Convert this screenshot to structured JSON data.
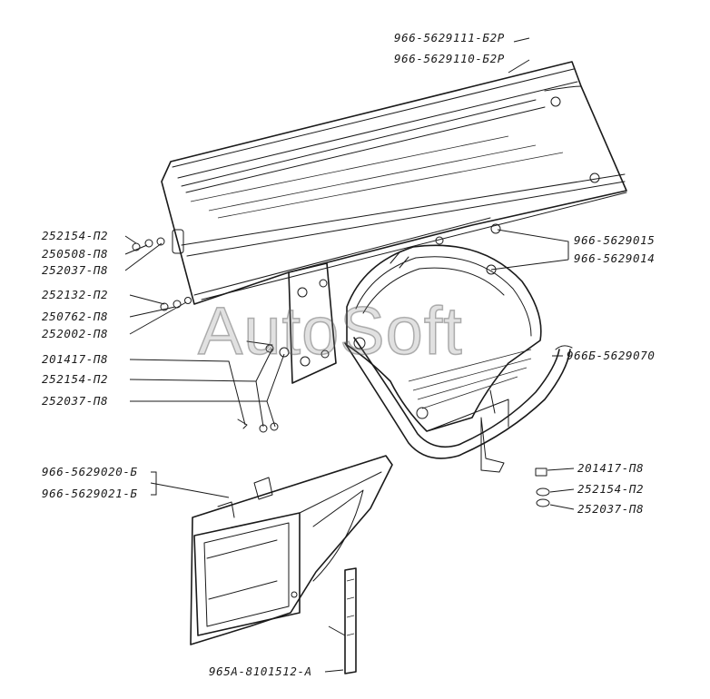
{
  "watermark": "AutoSoft",
  "callouts": {
    "deflector_right": "966-5629111-Б2Р",
    "deflector_left": "966-5629110-Б2Р",
    "bracket_a": "966-5629015",
    "bracket_b": "966-5629014",
    "duct_tube": "966Б-5629070",
    "bolt_right": "201417-П8",
    "washer_right": "252154-П2",
    "spring_washer_right": "252037-П8",
    "lower_duct_a": "966-5629020-Б",
    "lower_duct_b": "966-5629021-Б",
    "rod": "965А-8101512-А",
    "left_washer_1": "252154-П2",
    "left_nut_1": "250508-П8",
    "left_spring_1": "252037-П8",
    "left_bolt_2": "252132-П2",
    "left_nut_2": "250762-П8",
    "left_washer_2": "252002-П8",
    "left_bolt_3": "201417-П8",
    "left_washer_3": "252154-П2",
    "left_spring_3": "252037-П8"
  }
}
